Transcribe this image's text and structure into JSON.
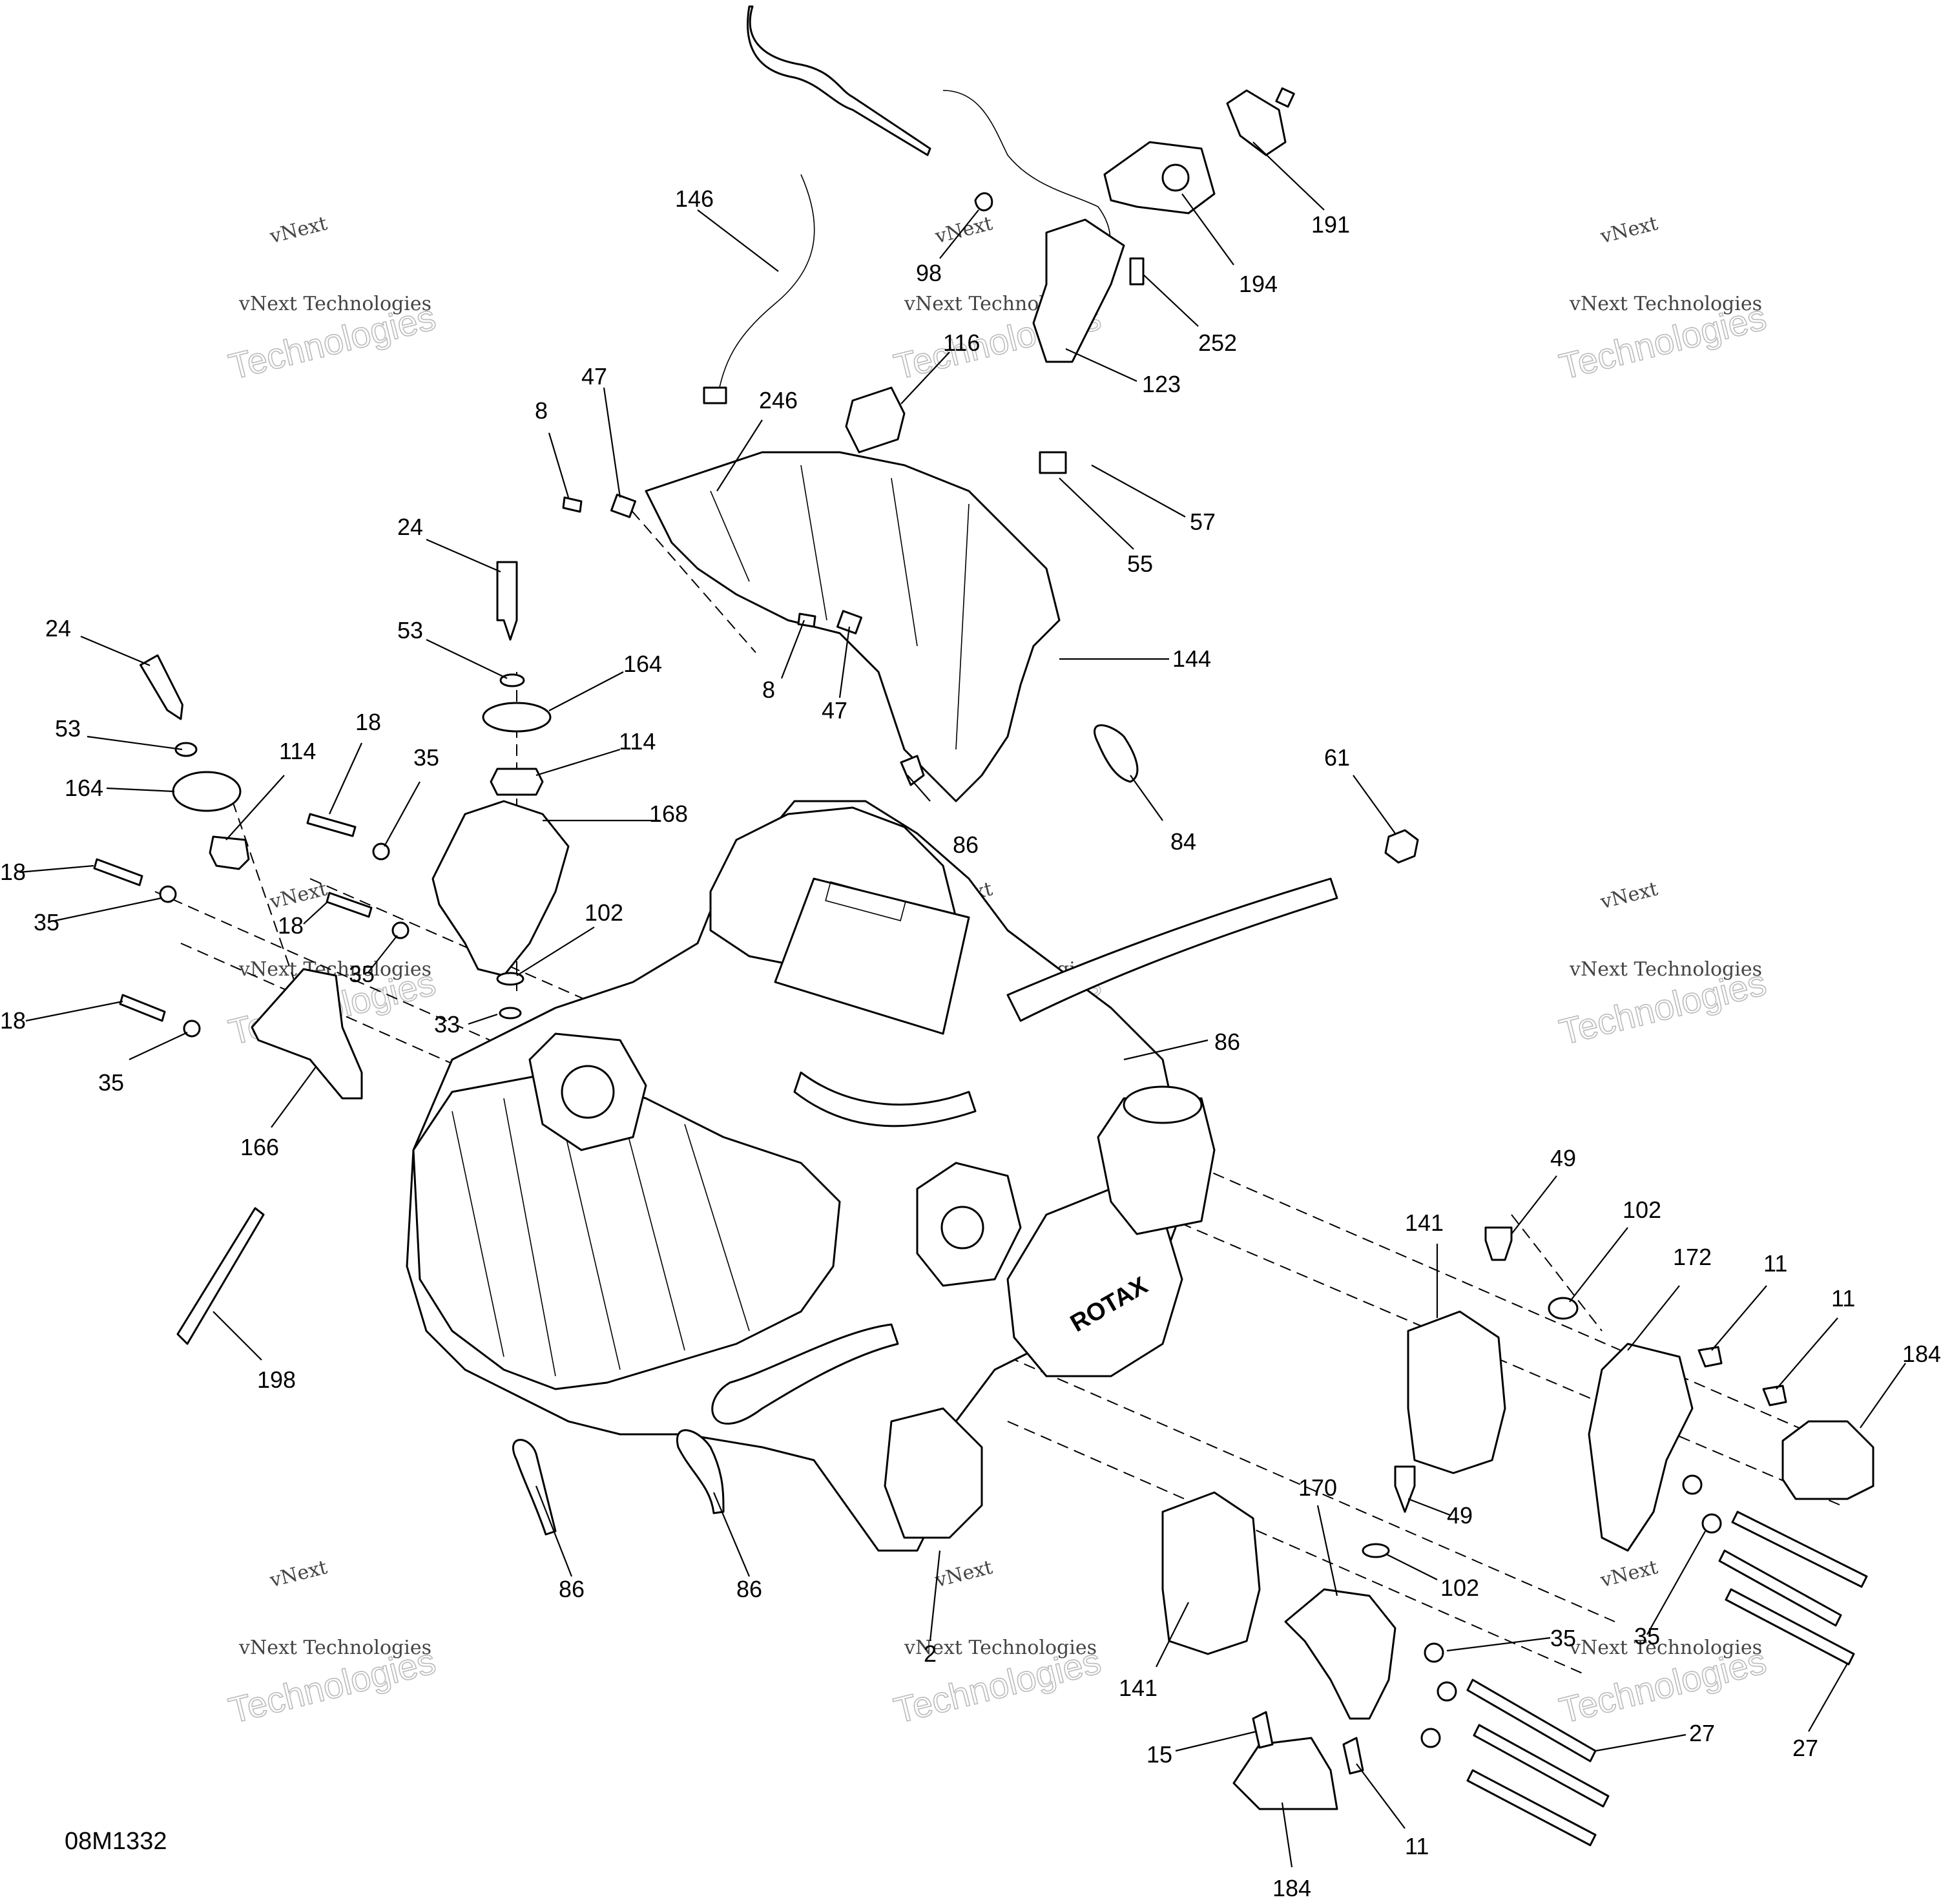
{
  "diagram_id": "08M1332",
  "watermark": {
    "line1": "vNext",
    "line2": "vNext Technologies",
    "line3": "Technologies"
  },
  "callouts": [
    {
      "id": "c146",
      "label": "146"
    },
    {
      "id": "c98",
      "label": "98"
    },
    {
      "id": "c116",
      "label": "116"
    },
    {
      "id": "c123",
      "label": "123"
    },
    {
      "id": "c191",
      "label": "191"
    },
    {
      "id": "c194",
      "label": "194"
    },
    {
      "id": "c252",
      "label": "252"
    },
    {
      "id": "c47a",
      "label": "47"
    },
    {
      "id": "c8a",
      "label": "8"
    },
    {
      "id": "c246",
      "label": "246"
    },
    {
      "id": "c57",
      "label": "57"
    },
    {
      "id": "c55",
      "label": "55"
    },
    {
      "id": "c144",
      "label": "144"
    },
    {
      "id": "c8b",
      "label": "8"
    },
    {
      "id": "c47b",
      "label": "47"
    },
    {
      "id": "c24a",
      "label": "24"
    },
    {
      "id": "c53a",
      "label": "53"
    },
    {
      "id": "c164a",
      "label": "164"
    },
    {
      "id": "c24b",
      "label": "24"
    },
    {
      "id": "c53b",
      "label": "53"
    },
    {
      "id": "c164b",
      "label": "164"
    },
    {
      "id": "c114a",
      "label": "114"
    },
    {
      "id": "c114b",
      "label": "114"
    },
    {
      "id": "c18a",
      "label": "18"
    },
    {
      "id": "c35a",
      "label": "35"
    },
    {
      "id": "c168",
      "label": "168"
    },
    {
      "id": "c18b",
      "label": "18"
    },
    {
      "id": "c35b",
      "label": "35"
    },
    {
      "id": "c18c",
      "label": "18"
    },
    {
      "id": "c35c",
      "label": "35"
    },
    {
      "id": "c102a",
      "label": "102"
    },
    {
      "id": "c33",
      "label": "33"
    },
    {
      "id": "c18d",
      "label": "18"
    },
    {
      "id": "c35d",
      "label": "35"
    },
    {
      "id": "c166",
      "label": "166"
    },
    {
      "id": "c86a",
      "label": "86"
    },
    {
      "id": "c84",
      "label": "84"
    },
    {
      "id": "c61",
      "label": "61"
    },
    {
      "id": "c86b",
      "label": "86"
    },
    {
      "id": "c198",
      "label": "198"
    },
    {
      "id": "c49a",
      "label": "49"
    },
    {
      "id": "c102b",
      "label": "102"
    },
    {
      "id": "c141a",
      "label": "141"
    },
    {
      "id": "c172",
      "label": "172"
    },
    {
      "id": "c11a",
      "label": "11"
    },
    {
      "id": "c11b",
      "label": "11"
    },
    {
      "id": "c184a",
      "label": "184"
    },
    {
      "id": "c170",
      "label": "170"
    },
    {
      "id": "c49b",
      "label": "49"
    },
    {
      "id": "c102c",
      "label": "102"
    },
    {
      "id": "c86c",
      "label": "86"
    },
    {
      "id": "c86d",
      "label": "86"
    },
    {
      "id": "c2",
      "label": "2"
    },
    {
      "id": "c141b",
      "label": "141"
    },
    {
      "id": "c35e",
      "label": "35"
    },
    {
      "id": "c35f",
      "label": "35"
    },
    {
      "id": "c27a",
      "label": "27"
    },
    {
      "id": "c27b",
      "label": "27"
    },
    {
      "id": "c15",
      "label": "15"
    },
    {
      "id": "c11c",
      "label": "11"
    },
    {
      "id": "c184b",
      "label": "184"
    }
  ]
}
